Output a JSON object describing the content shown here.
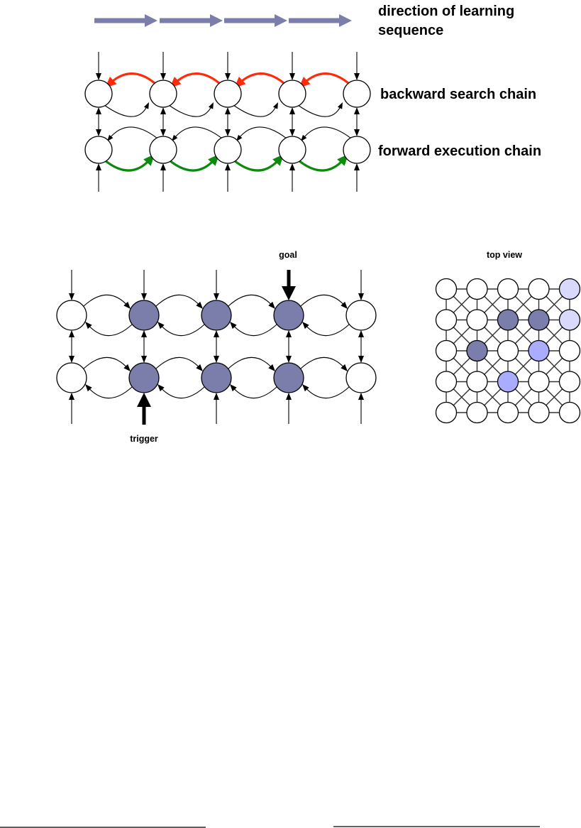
{
  "colors": {
    "direction_arrow": "#7b7daa",
    "backward_chain": "#ff2a0a",
    "forward_chain": "#0b8a0b",
    "active_node": "#7b7daa",
    "medium_node": "#a9acff",
    "light_node": "#d8d9fb",
    "inactive_node": "#ffffff"
  },
  "top_diagram": {
    "direction_label_line1": "direction of learning",
    "direction_label_line2": "sequence",
    "backward_label": "backward search chain",
    "forward_label": "forward execution chain",
    "direction_arrow_count": 4,
    "nodes_per_row": 5
  },
  "bottom_diagram": {
    "goal_label": "goal",
    "trigger_label": "trigger",
    "nodes_per_row": 5,
    "rows": [
      {
        "name": "upper",
        "states": [
          "inactive",
          "active",
          "active",
          "active",
          "inactive"
        ]
      },
      {
        "name": "lower",
        "states": [
          "inactive",
          "active",
          "active",
          "active",
          "inactive"
        ]
      }
    ],
    "goal_column": 3,
    "trigger_column": 1
  },
  "top_view": {
    "title": "top view",
    "grid": [
      [
        "inactive",
        "inactive",
        "inactive",
        "inactive",
        "light"
      ],
      [
        "inactive",
        "inactive",
        "active",
        "active",
        "light"
      ],
      [
        "inactive",
        "active",
        "inactive",
        "medium",
        "inactive"
      ],
      [
        "inactive",
        "inactive",
        "medium",
        "inactive",
        "inactive"
      ],
      [
        "inactive",
        "inactive",
        "inactive",
        "inactive",
        "inactive"
      ]
    ]
  }
}
